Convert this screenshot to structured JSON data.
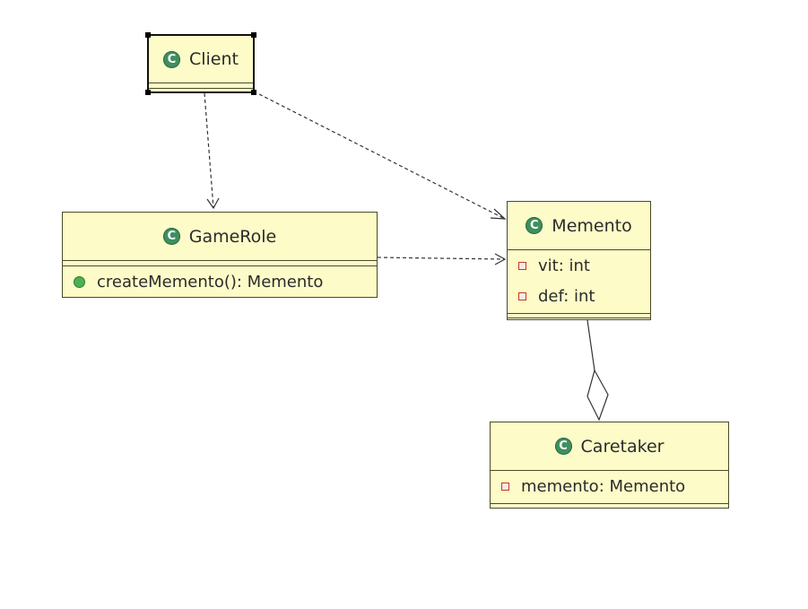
{
  "diagram": {
    "classes": {
      "client": {
        "name": "Client",
        "icon": "class-icon",
        "icon_letter": "C",
        "selected": true,
        "attributes": [],
        "operations": []
      },
      "gamerole": {
        "name": "GameRole",
        "icon": "class-icon",
        "icon_letter": "C",
        "attributes": [],
        "operations": [
          {
            "visibility": "public",
            "text": "createMemento(): Memento"
          }
        ]
      },
      "memento": {
        "name": "Memento",
        "icon": "class-icon",
        "icon_letter": "C",
        "attributes": [
          {
            "visibility": "private",
            "text": "vit: int"
          },
          {
            "visibility": "private",
            "text": "def: int"
          }
        ],
        "operations": []
      },
      "caretaker": {
        "name": "Caretaker",
        "icon": "class-icon",
        "icon_letter": "C",
        "attributes": [
          {
            "visibility": "private",
            "text": "memento: Memento"
          }
        ],
        "operations": []
      }
    },
    "relationships": [
      {
        "from": "Client",
        "to": "GameRole",
        "type": "dependency"
      },
      {
        "from": "Client",
        "to": "Memento",
        "type": "dependency"
      },
      {
        "from": "GameRole",
        "to": "Memento",
        "type": "dependency"
      },
      {
        "from": "Caretaker",
        "to": "Memento",
        "type": "aggregation"
      }
    ],
    "colors": {
      "class_fill": "#fdfbc8",
      "class_border": "#4a4a2a",
      "class_icon": "#3f8f5f",
      "private_icon": "#c0392b",
      "public_icon": "#4caf50",
      "connector": "#333333"
    }
  }
}
